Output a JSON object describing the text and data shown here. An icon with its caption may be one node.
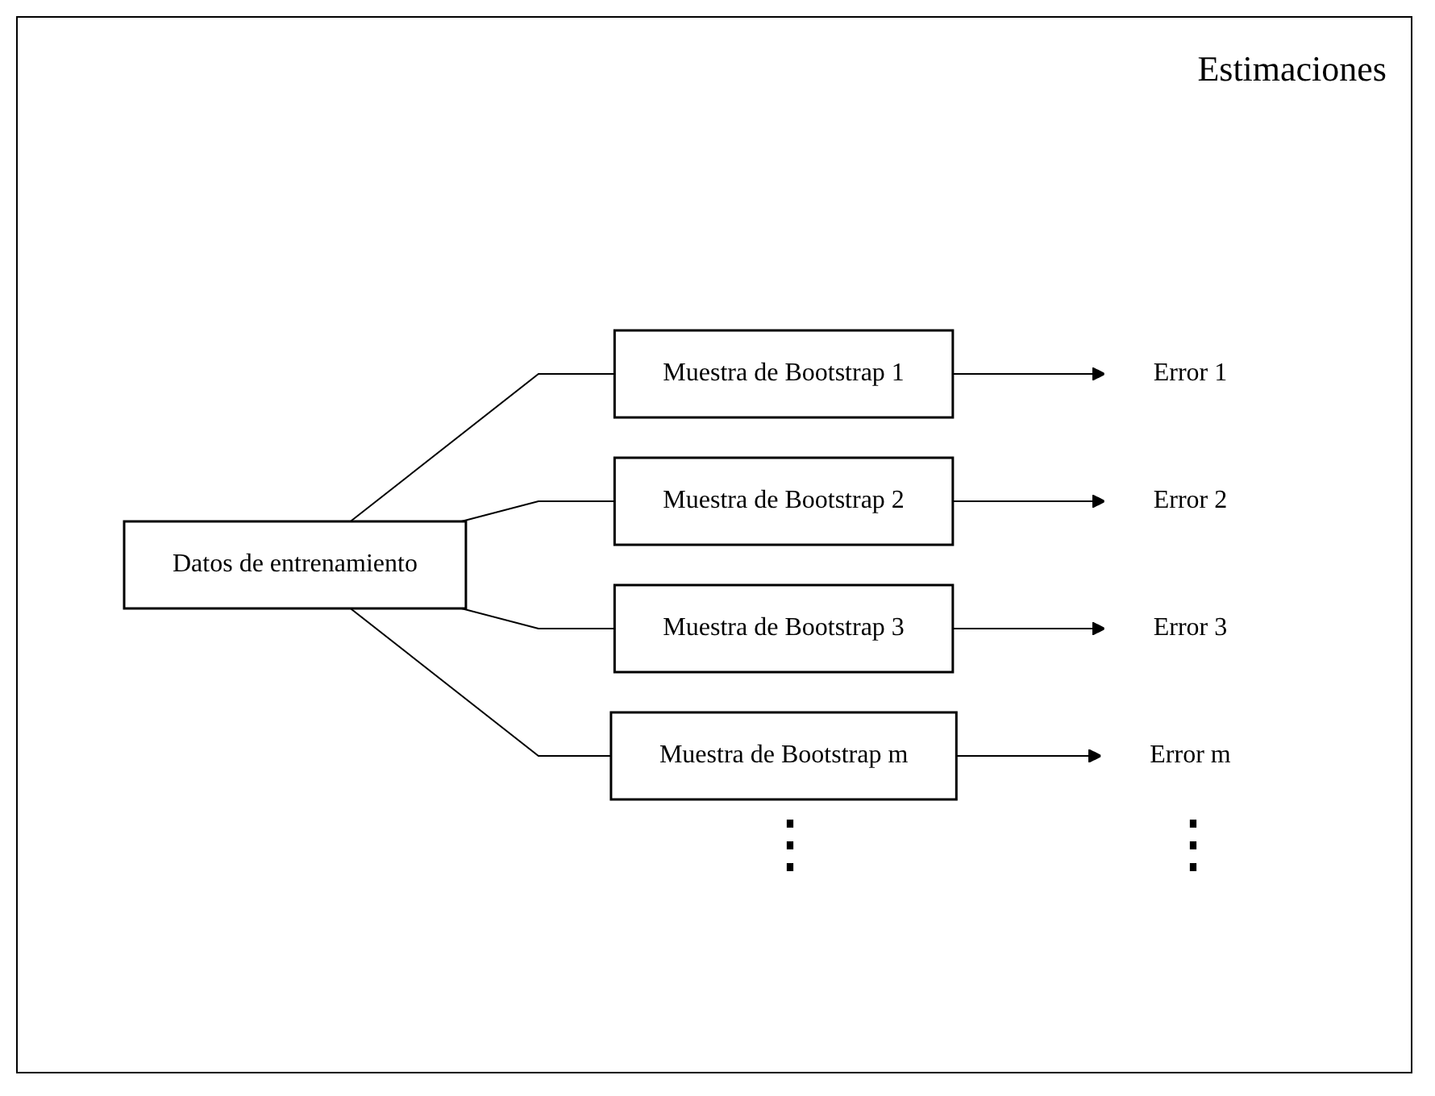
{
  "diagram": {
    "nodes": [
      {
        "text": [
          "Datos de entrenamiento"
        ]
      },
      {
        "text": [
          "Muestra de Bootstrap  1"
        ]
      },
      {
        "text": [
          "Muestra de Bootstrap  2"
        ]
      },
      {
        "text": [
          "Muestra de Bootstrap  3"
        ]
      },
      {
        "text": [
          "Muestra de Bootstrap m"
        ]
      },
      {
        "text": [
          "Error 1"
        ]
      },
      {
        "text": [
          "Error 2"
        ]
      },
      {
        "text": [
          "Error 3"
        ]
      },
      {
        "text": [
          "Error m"
        ]
      }
    ],
    "edges": [
      {
        "from": 0,
        "to": 1,
        "arrow": "none"
      },
      {
        "from": 0,
        "to": 2,
        "arrow": "none"
      },
      {
        "from": 0,
        "to": 3,
        "arrow": "none"
      },
      {
        "from": 0,
        "to": 4,
        "arrow": "none"
      },
      {
        "from": 1,
        "to": 5,
        "arrow": "to"
      },
      {
        "from": 2,
        "to": 6,
        "arrow": "to"
      },
      {
        "from": 3,
        "to": 7,
        "arrow": "to"
      },
      {
        "from": 4,
        "to": 8,
        "arrow": "to"
      }
    ],
    "labels": [
      "Estimaciones",
      "⋮",
      "⋮"
    ]
  }
}
